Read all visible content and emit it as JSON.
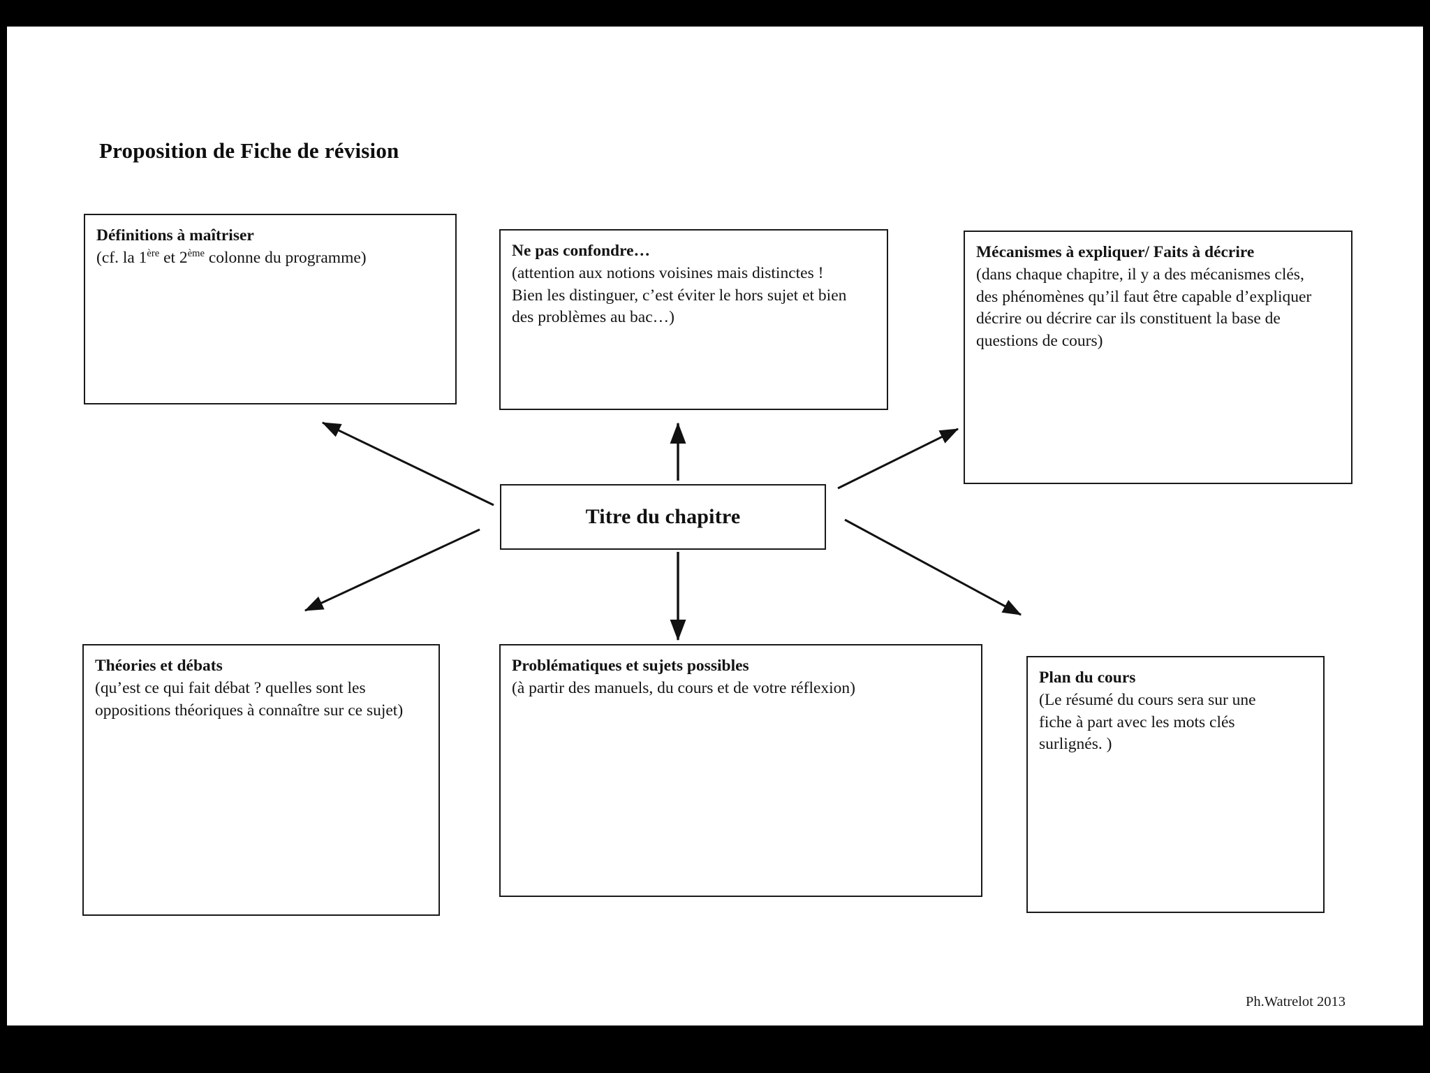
{
  "slide": {
    "title": "Proposition de Fiche de révision",
    "credit": "Ph.Watrelot 2013",
    "background_color": "#ffffff",
    "letterbox_color": "#000000",
    "border_color": "#1a1a1a",
    "text_color": "#141414"
  },
  "center": {
    "label": "Titre du chapitre"
  },
  "nodes": {
    "definitions": {
      "heading": "Définitions à maîtriser",
      "body_prefix": "(cf. la 1",
      "sup1": "ère",
      "body_mid": " et 2",
      "sup2": "ème",
      "body_suffix": " colonne du programme)"
    },
    "confondre": {
      "heading": "Ne pas confondre…",
      "body": "(attention aux notions voisines mais distinctes !\nBien les distinguer, c’est éviter le hors sujet et bien\ndes problèmes au bac…)"
    },
    "mecanismes": {
      "heading": "Mécanismes à expliquer/ Faits à décrire",
      "body": "(dans chaque chapitre, il y a des mécanismes clés,\ndes phénomènes qu’il faut être capable d’expliquer\ndécrire ou décrire car ils constituent la base de\nquestions de cours)"
    },
    "theories": {
      "heading": "Théories et débats",
      "body": "(qu’est ce qui fait débat ? quelles sont les\noppositions théoriques à connaître sur ce sujet)"
    },
    "problematiques": {
      "heading": "Problématiques et sujets possibles",
      "body": "(à partir des manuels, du cours et de votre réflexion)"
    },
    "plan": {
      "heading": "Plan du cours",
      "body": "(Le résumé du cours  sera sur une\nfiche à part avec les mots clés\nsurlignés. )"
    }
  },
  "connectors": [
    {
      "name": "center-to-definitions",
      "direction": "up-left"
    },
    {
      "name": "center-to-confondre",
      "direction": "up"
    },
    {
      "name": "center-to-mecanismes",
      "direction": "up-right"
    },
    {
      "name": "center-to-theories",
      "direction": "down-left"
    },
    {
      "name": "center-to-problematiques",
      "direction": "down"
    },
    {
      "name": "center-to-plan",
      "direction": "down-right"
    }
  ]
}
